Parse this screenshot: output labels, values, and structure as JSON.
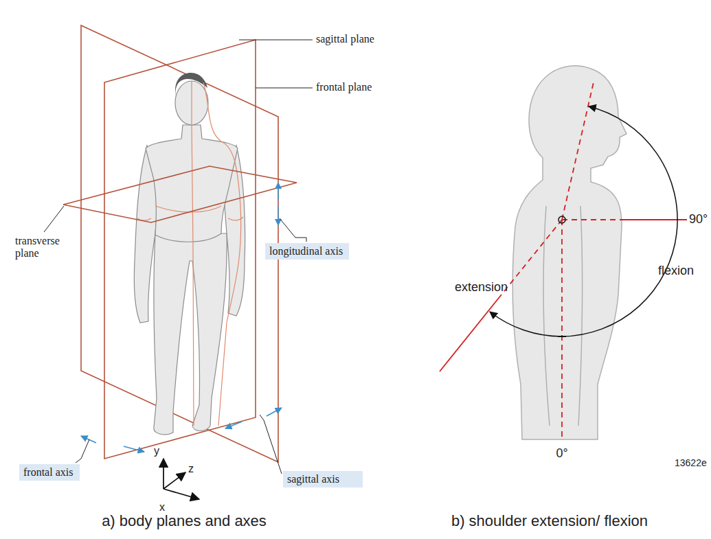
{
  "diagram": {
    "nodes": [
      {
        "text": [
          "longitudinal axis"
        ]
      },
      {
        "text": [
          "frontal axis"
        ]
      },
      {
        "text": [
          "sagittal axis"
        ]
      }
    ],
    "labels": [
      "sagittal plane",
      "frontal plane",
      "transverse plane",
      "y",
      "z",
      "x",
      "90°",
      "flexion",
      "extension",
      "0°",
      "13622e",
      "a) body planes and axes",
      "b) shoulder extension/ flexion"
    ]
  }
}
